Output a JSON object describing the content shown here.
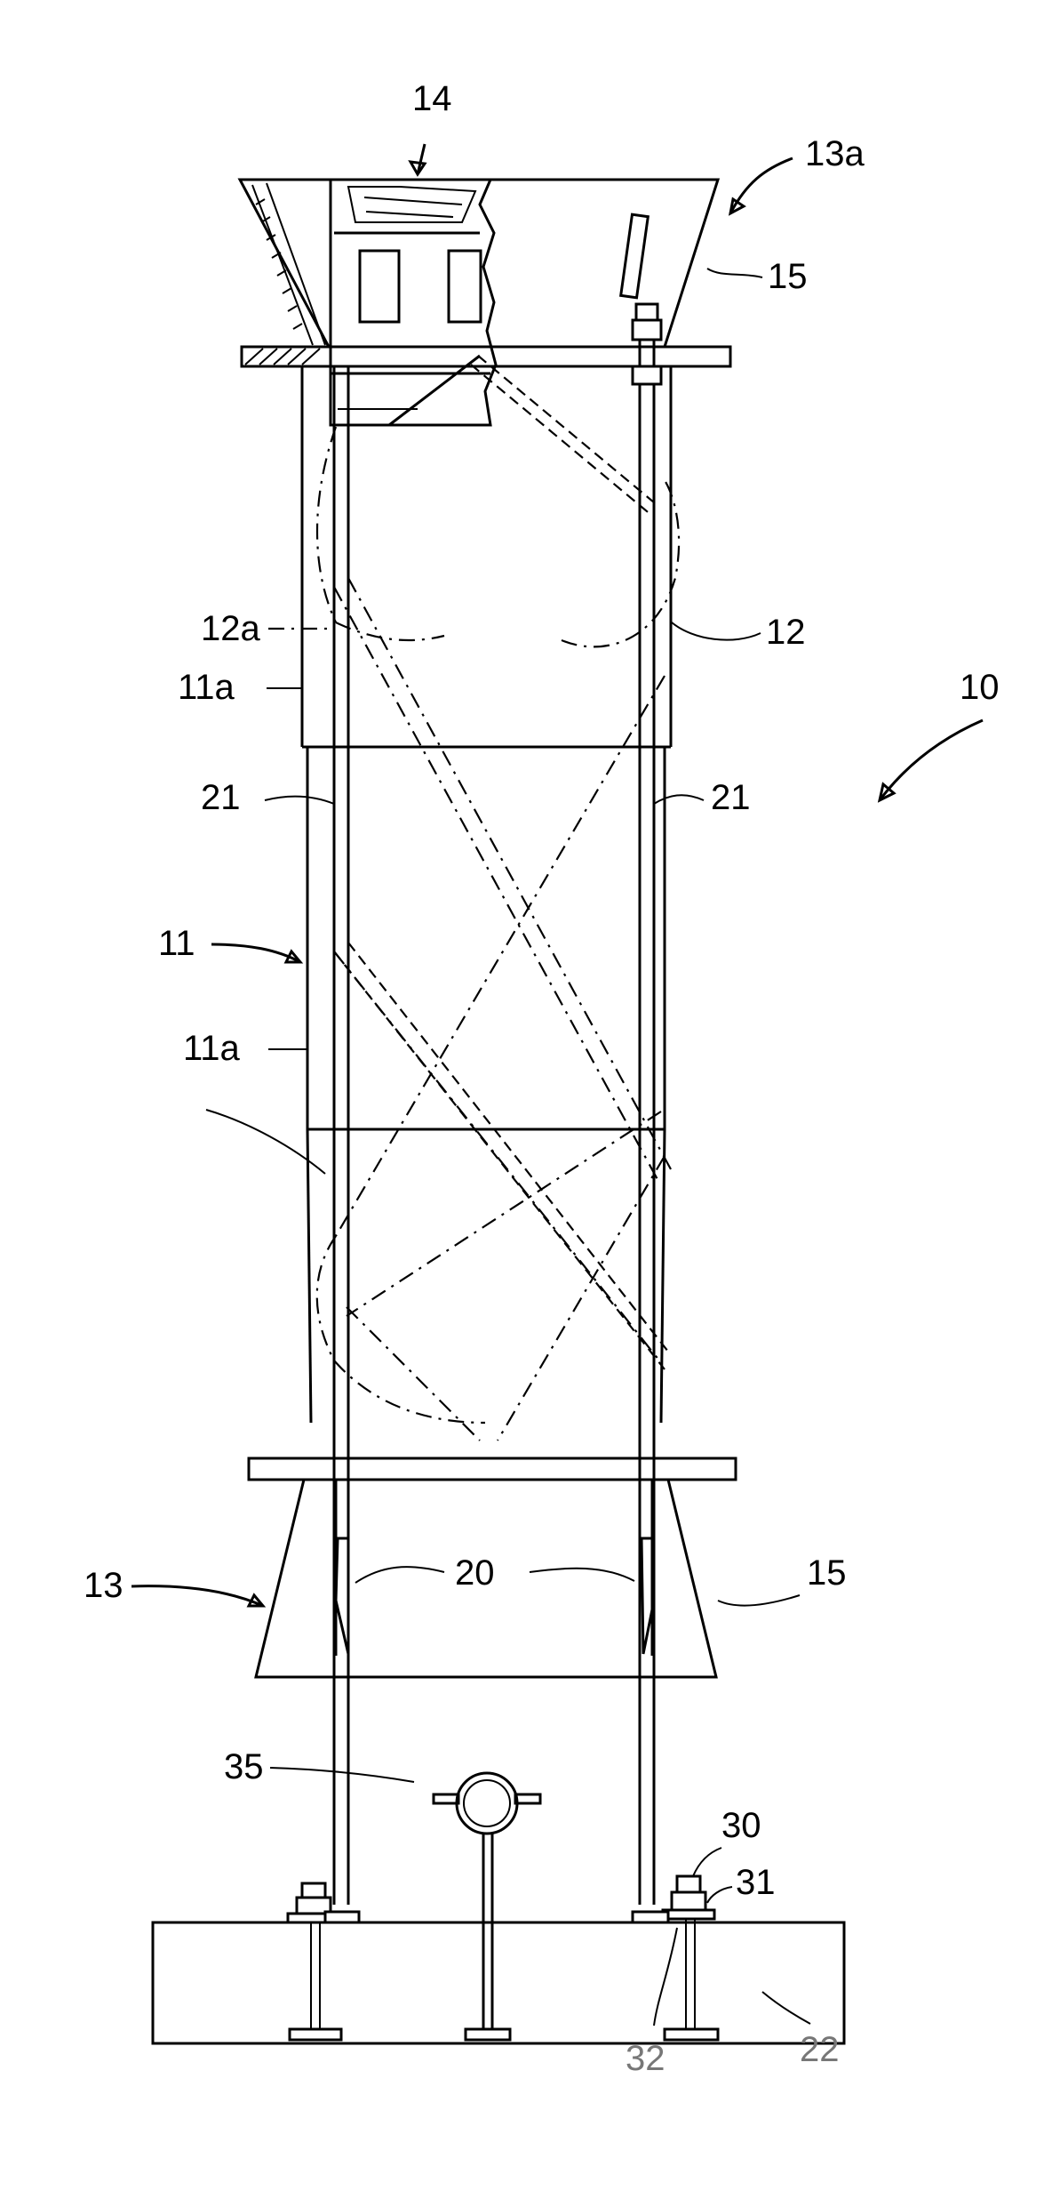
{
  "labels": {
    "l14": "14",
    "l13a": "13a",
    "l15_top": "15",
    "l12a": "12a",
    "l12": "12",
    "l11a_top": "11a",
    "l10": "10",
    "l21_left": "21",
    "l21_right": "21",
    "l11": "11",
    "l11a_mid": "11a",
    "l13": "13",
    "l20": "20",
    "l15_bottom": "15",
    "l35": "35",
    "l30": "30",
    "l31": "31",
    "l32": "32",
    "l22": "22"
  }
}
